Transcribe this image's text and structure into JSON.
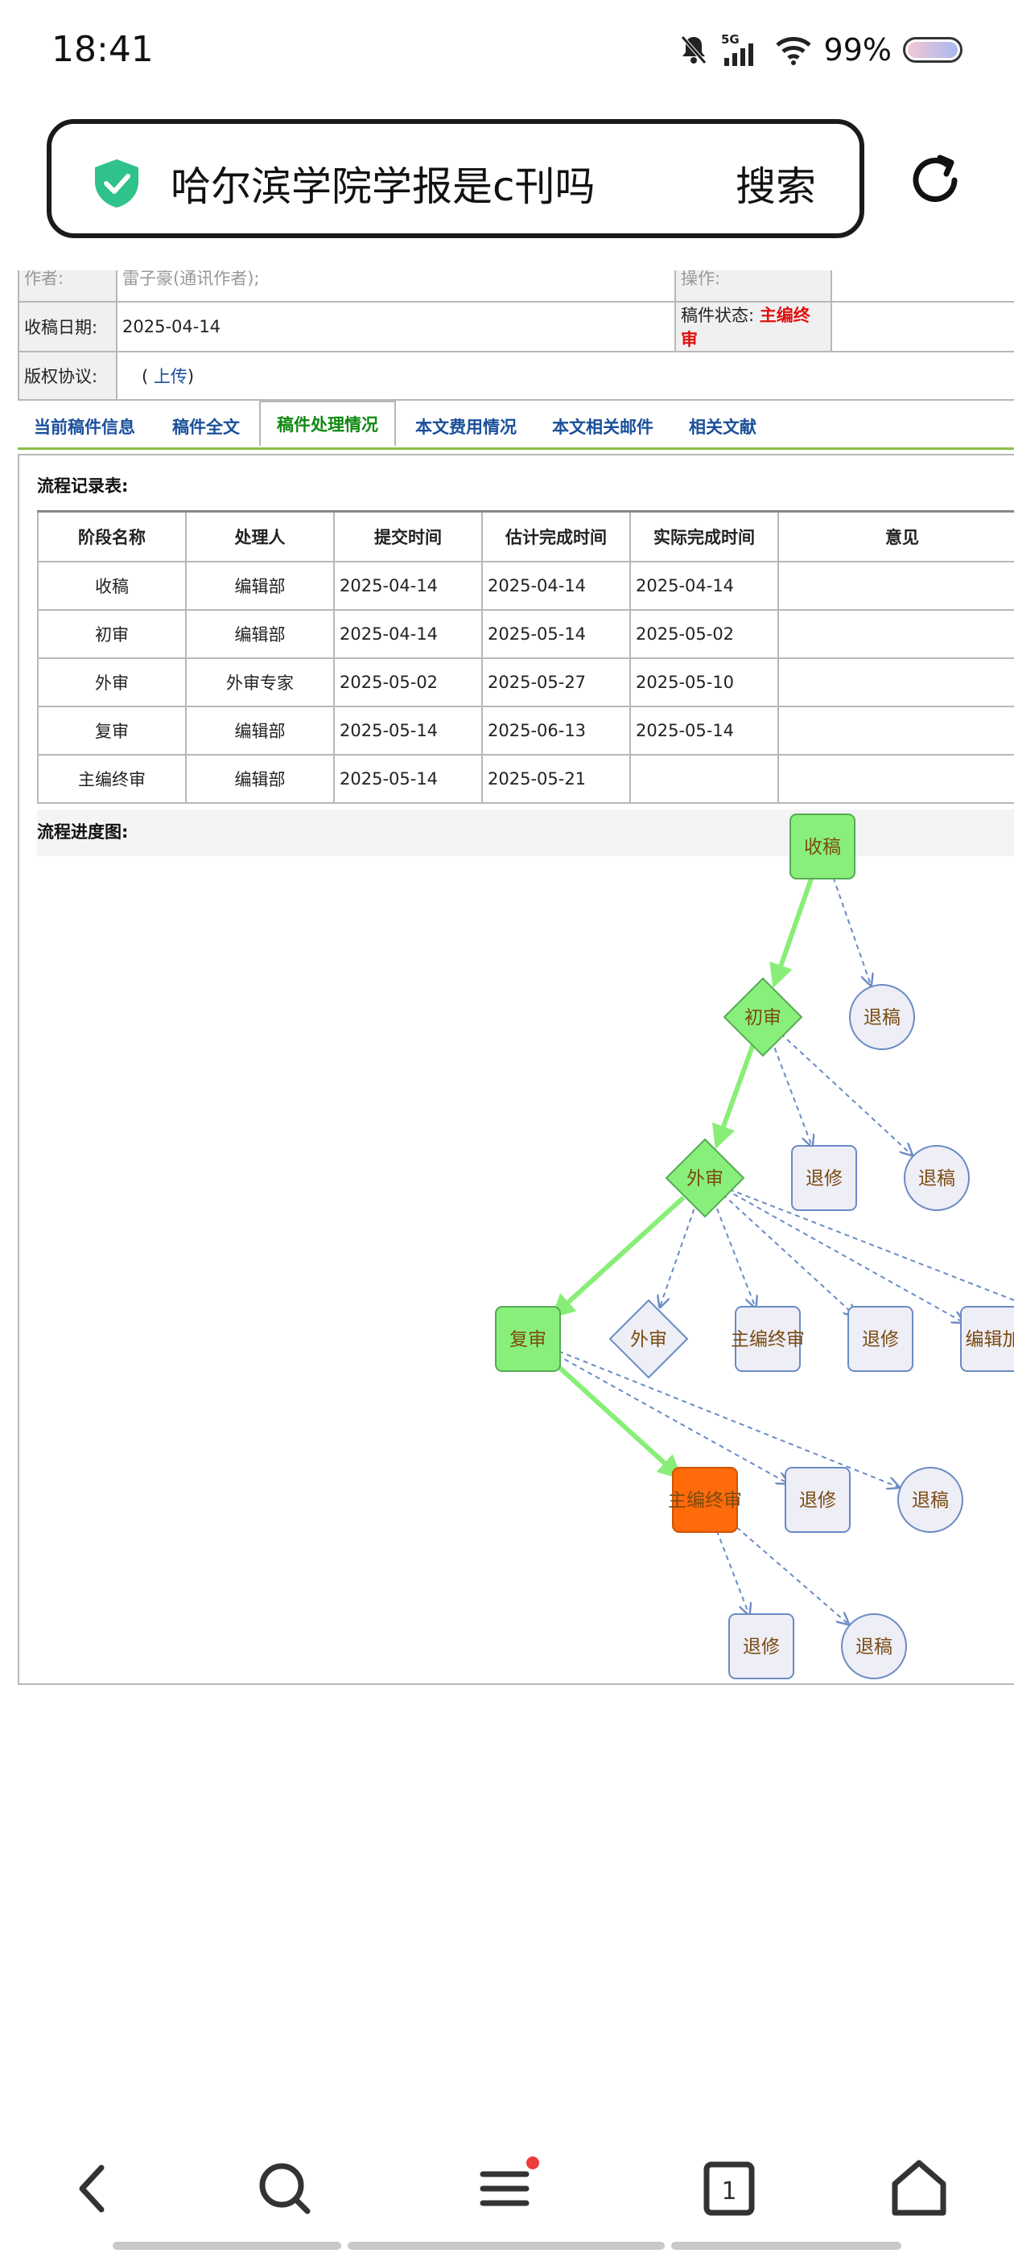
{
  "status_bar": {
    "time": "18:41",
    "network": "5G",
    "battery": "99%"
  },
  "search": {
    "query": "哈尔滨学院学报是c刊吗",
    "button": "搜索"
  },
  "info": {
    "row0_left_label": "作者:",
    "row0_left_value": "雷子豪(通讯作者);",
    "row0_right_label": "操作:",
    "received_label": "收稿日期:",
    "received_value": "2025-04-14",
    "status_label": "稿件状态:",
    "status_value": "主编终审",
    "copyright_label": "版权协议:",
    "copyright_open": "( ",
    "copyright_link": "上传",
    "copyright_close": ")"
  },
  "tabs": [
    {
      "label": "当前稿件信息"
    },
    {
      "label": "稿件全文"
    },
    {
      "label": "稿件处理情况",
      "active": true
    },
    {
      "label": "本文费用情况"
    },
    {
      "label": "本文相关邮件"
    },
    {
      "label": "相关文献"
    }
  ],
  "flow_record": {
    "title": "流程记录表:",
    "columns": [
      "阶段名称",
      "处理人",
      "提交时间",
      "估计完成时间",
      "实际完成时间",
      "意见"
    ],
    "rows": [
      [
        "收稿",
        "编辑部",
        "2025-04-14",
        "2025-04-14",
        "2025-04-14",
        ""
      ],
      [
        "初审",
        "编辑部",
        "2025-04-14",
        "2025-05-14",
        "2025-05-02",
        ""
      ],
      [
        "外审",
        "外审专家",
        "2025-05-02",
        "2025-05-27",
        "2025-05-10",
        ""
      ],
      [
        "复审",
        "编辑部",
        "2025-05-14",
        "2025-06-13",
        "2025-05-14",
        ""
      ],
      [
        "主编终审",
        "编辑部",
        "2025-05-14",
        "2025-05-21",
        "",
        ""
      ]
    ]
  },
  "flow_chart": {
    "title": "流程进度图:",
    "colors": {
      "done": "#88f07a",
      "current": "#ff6a0a",
      "other": "#eeeef6",
      "border": "#6a8bc4",
      "path": "#88ee77",
      "text": "#7a4a10"
    },
    "nodes": {
      "n_shougao": {
        "label": "收稿",
        "shape": "rect",
        "state": "done"
      },
      "n_tuigao1": {
        "label": "退稿",
        "shape": "circle",
        "state": "other"
      },
      "n_chushen": {
        "label": "初审",
        "shape": "diamond",
        "state": "done"
      },
      "n_tuixiu1": {
        "label": "退修",
        "shape": "rect",
        "state": "other"
      },
      "n_tuigao2": {
        "label": "退稿",
        "shape": "circle",
        "state": "other"
      },
      "n_waishen": {
        "label": "外审",
        "shape": "diamond",
        "state": "done"
      },
      "n_fushen": {
        "label": "复审",
        "shape": "rect",
        "state": "done"
      },
      "n_waishen2": {
        "label": "外审",
        "shape": "diamond",
        "state": "other"
      },
      "n_zhubian1": {
        "label": "主编终审",
        "shape": "rect",
        "state": "other"
      },
      "n_tuixiu2": {
        "label": "退修",
        "shape": "rect",
        "state": "other"
      },
      "n_bianji": {
        "label": "编辑加",
        "shape": "rect",
        "state": "other"
      },
      "n_zhubian2": {
        "label": "主编终审",
        "shape": "rect",
        "state": "current"
      },
      "n_tuixiu3": {
        "label": "退修",
        "shape": "rect",
        "state": "other"
      },
      "n_tuigao3": {
        "label": "退稿",
        "shape": "circle",
        "state": "other"
      },
      "n_tuixiu4": {
        "label": "退修",
        "shape": "rect",
        "state": "other"
      },
      "n_tuigao4": {
        "label": "退稿",
        "shape": "circle",
        "state": "other"
      }
    }
  },
  "bottom_nav": {
    "tab_count": "1"
  }
}
